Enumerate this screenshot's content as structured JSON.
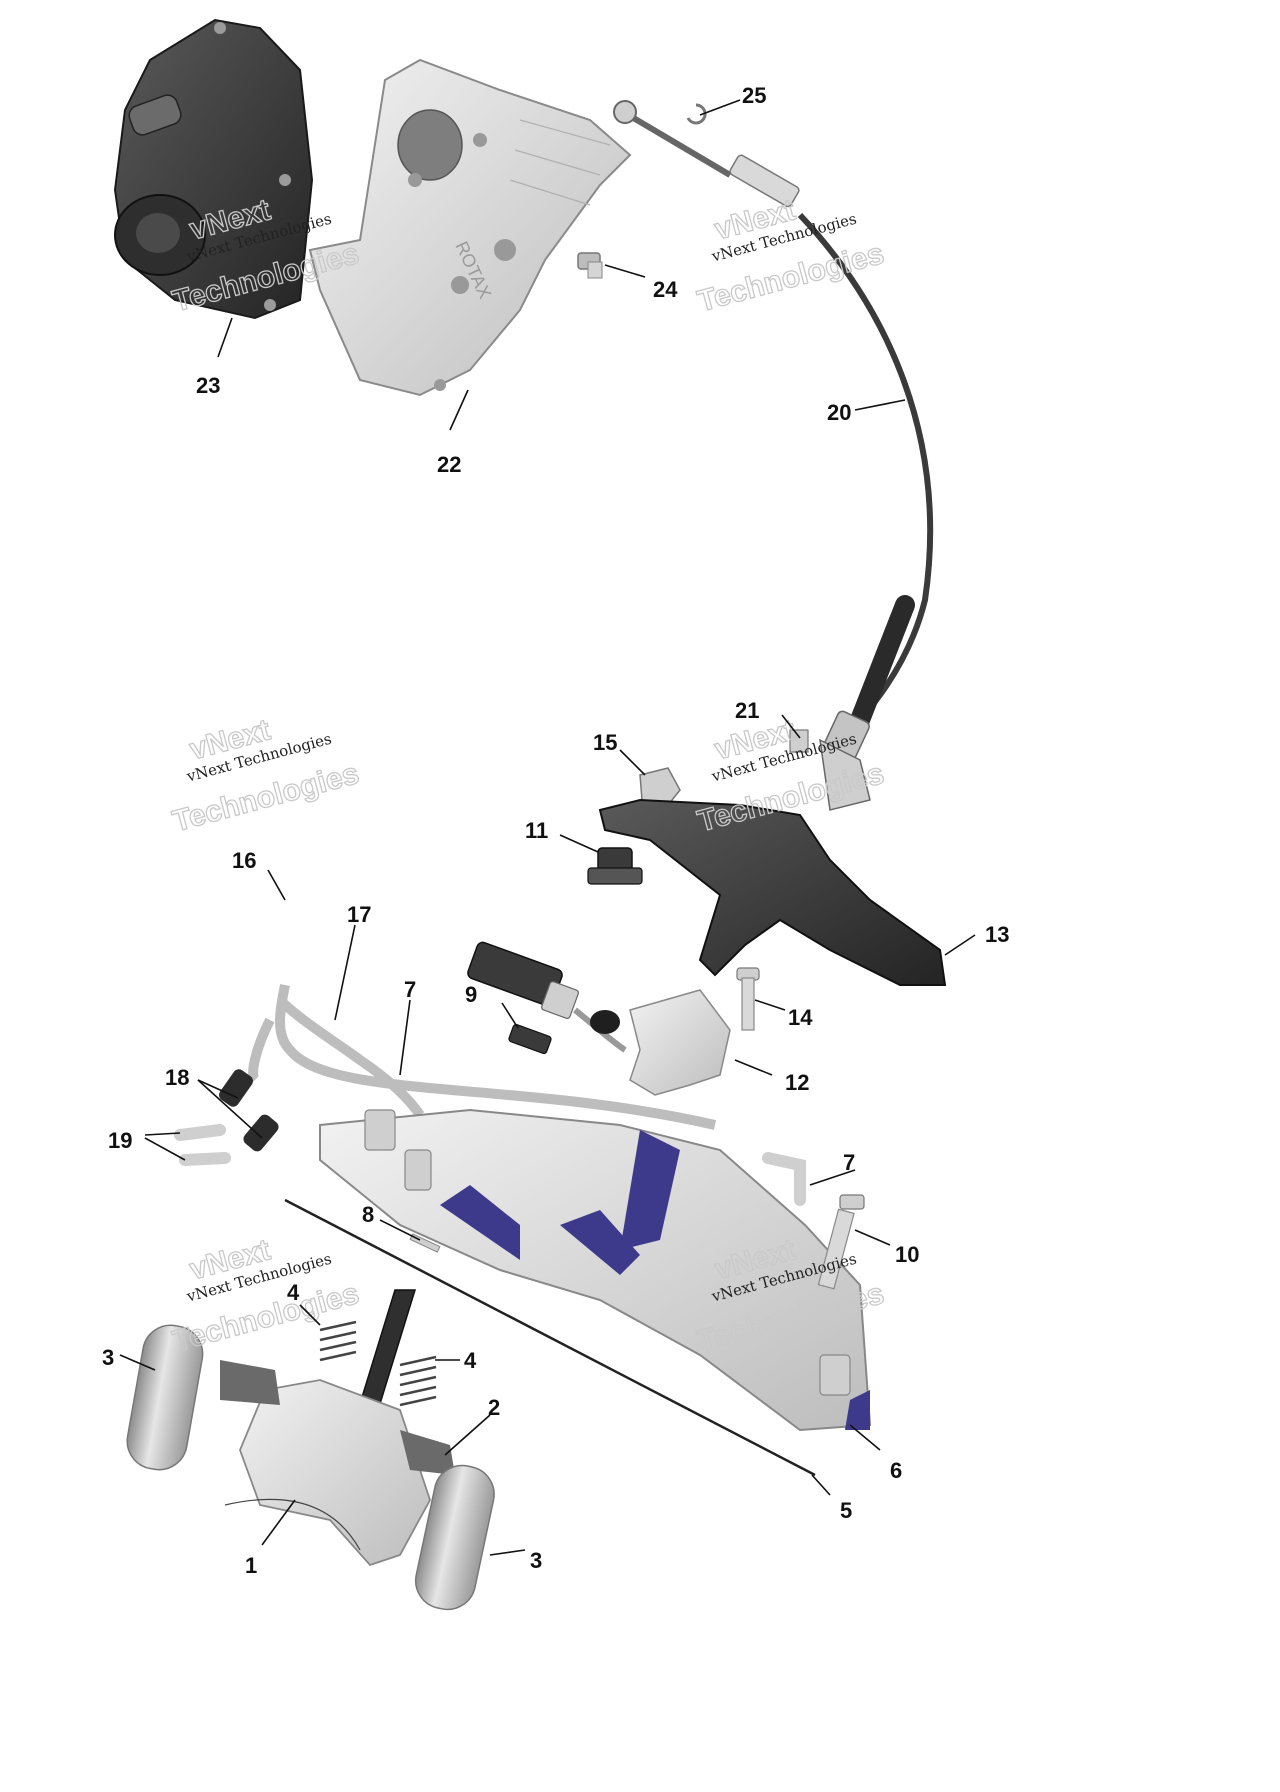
{
  "watermark": {
    "line1": "vNext",
    "line2": "vNext Technologies",
    "line3": "Technologies"
  },
  "callouts": [
    "1",
    "2",
    "3",
    "3",
    "4",
    "4",
    "5",
    "6",
    "7",
    "7",
    "8",
    "9",
    "10",
    "11",
    "12",
    "13",
    "14",
    "15",
    "16",
    "17",
    "18",
    "19",
    "20",
    "21",
    "22",
    "23",
    "24",
    "25"
  ],
  "part_markings": {
    "bracket_brand": "ROTAX"
  },
  "colors": {
    "part_light": "#d9d9d9",
    "part_dark": "#3a3a3a",
    "accent_section": "#3d3a8c",
    "text": "#111111"
  }
}
